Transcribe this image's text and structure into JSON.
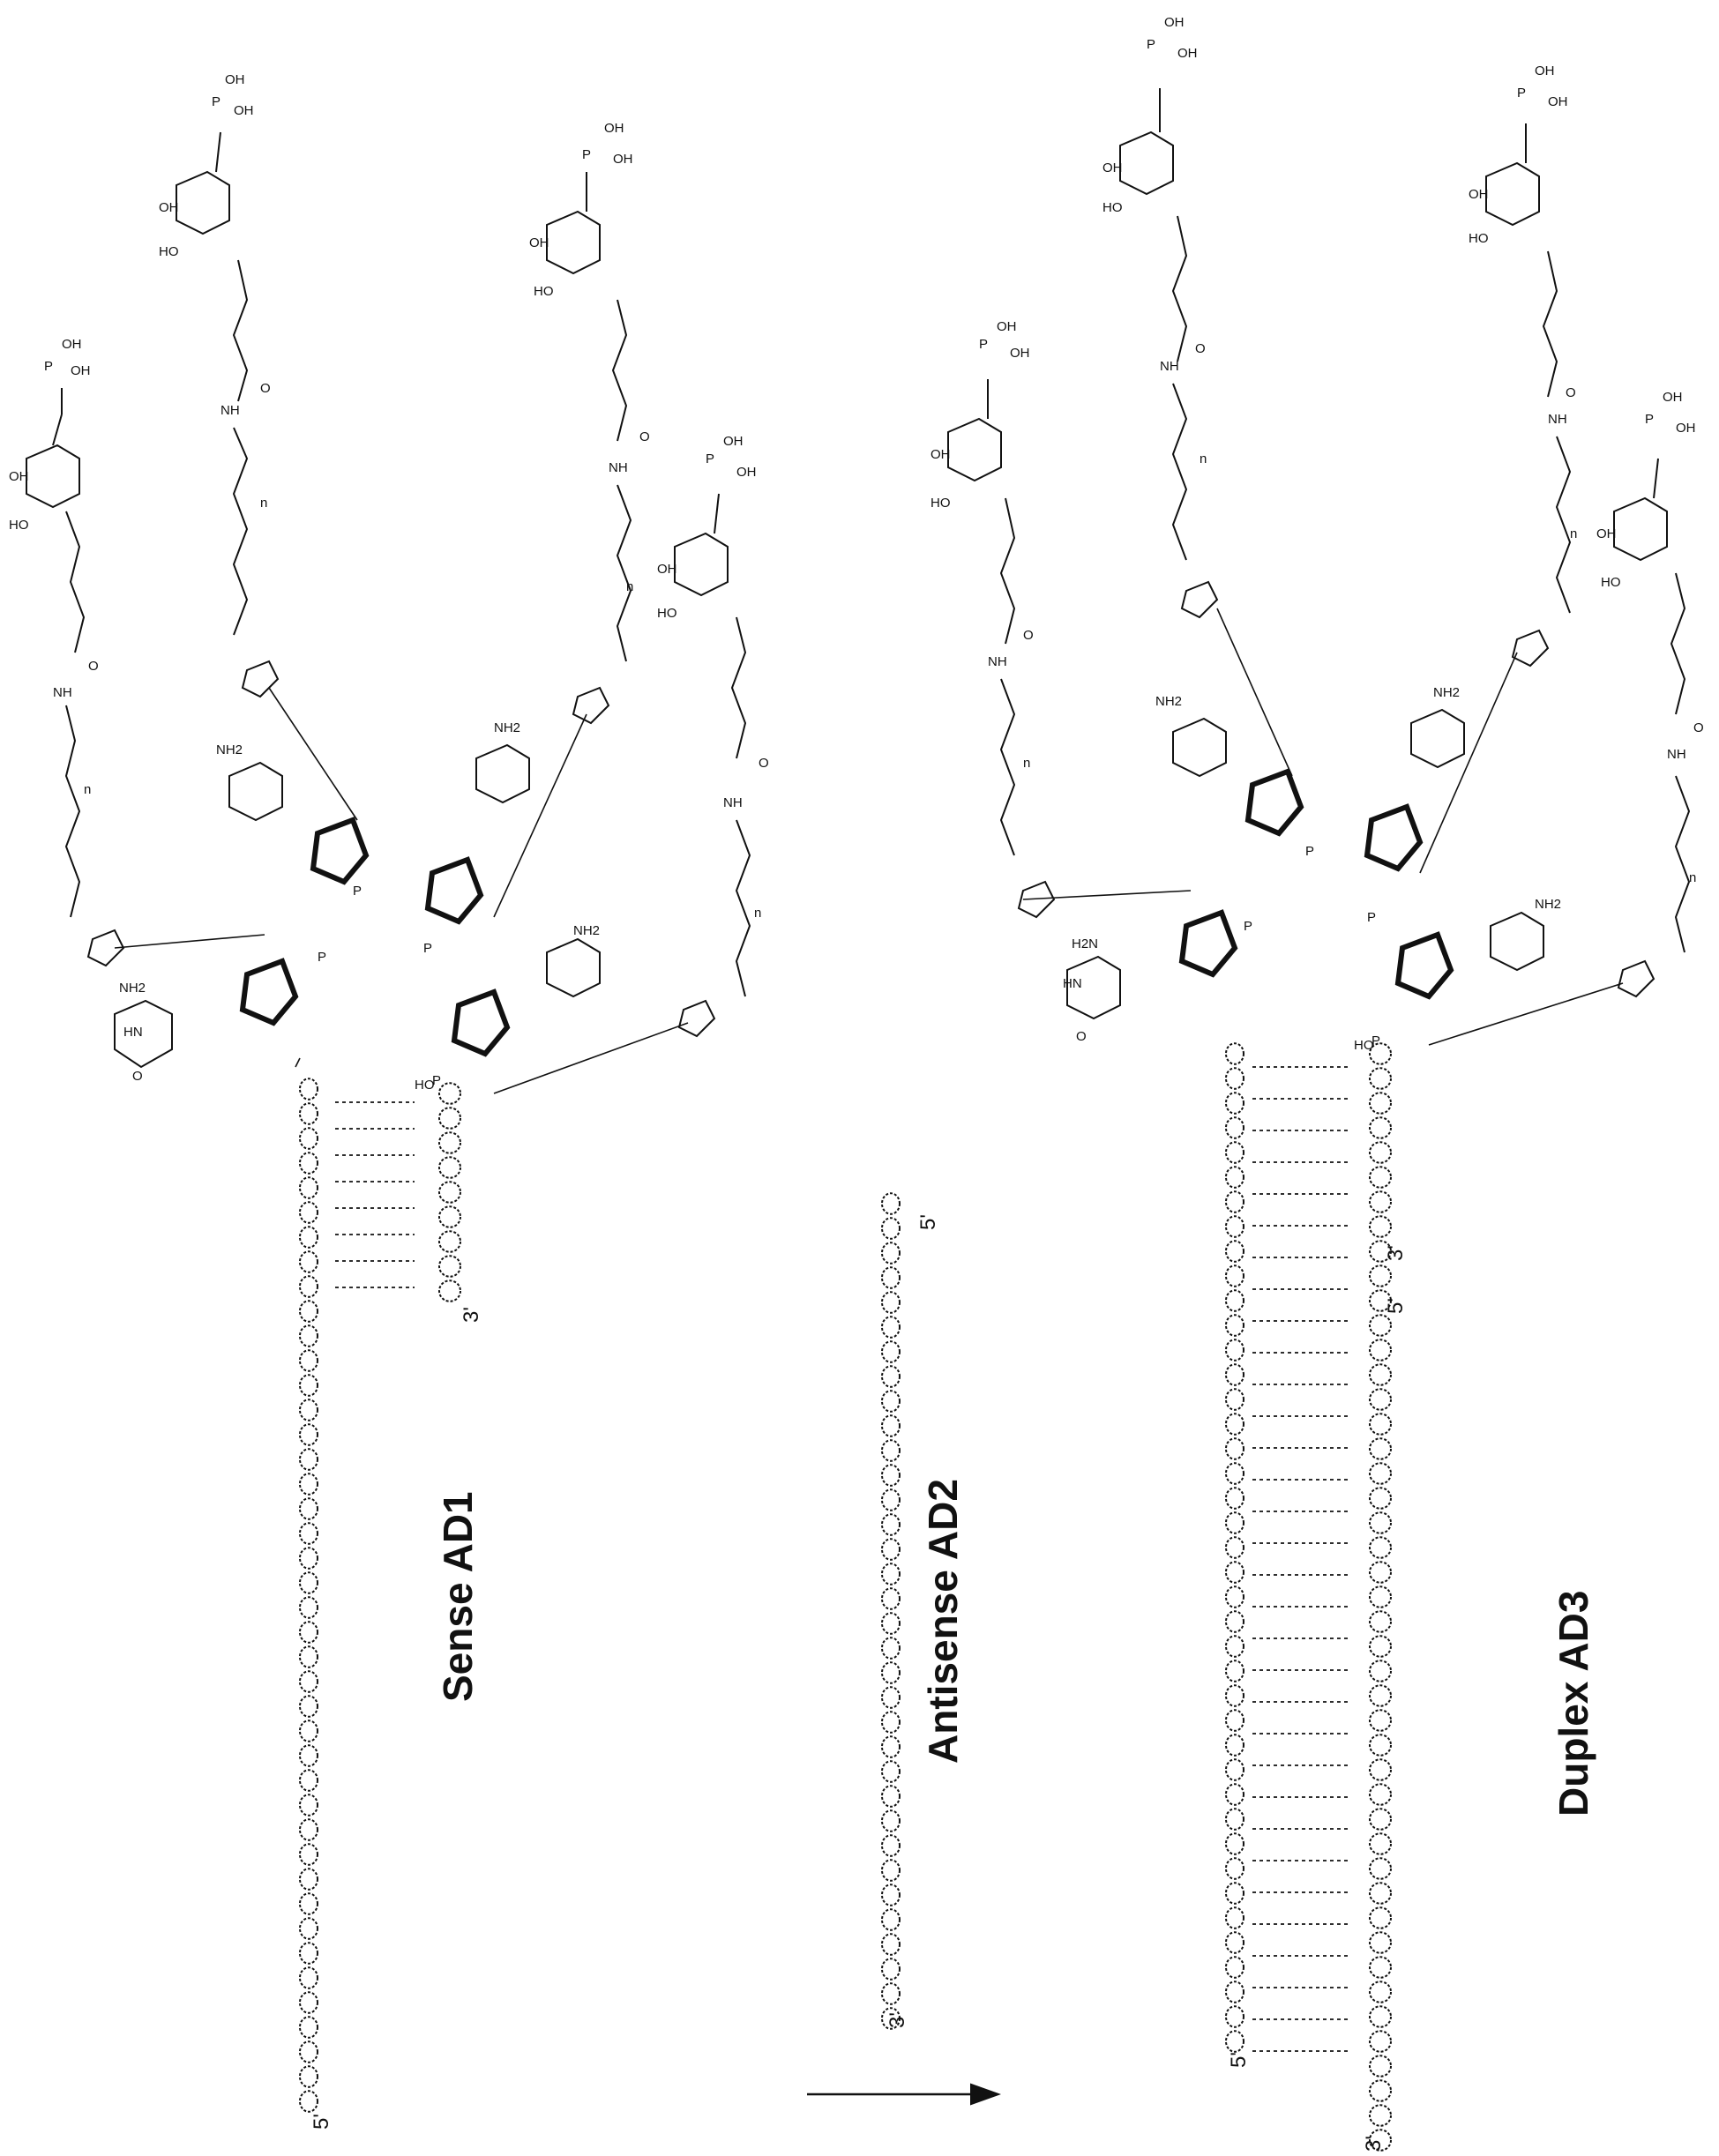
{
  "labels": {
    "sense": "Sense AD1",
    "antisense": "Antisense AD2",
    "duplex": "Duplex AD3"
  },
  "end_labels": {
    "sense_5": "5'",
    "sense_3": "3'",
    "antisense_5": "5'",
    "antisense_3": "3'",
    "duplex_5a": "5'",
    "duplex_3a": "3'",
    "duplex_5b": "5'",
    "duplex_3b": "3'"
  },
  "atoms": {
    "nh": "NH",
    "hn": "HN",
    "n": "N",
    "o": "O",
    "p": "P",
    "oh": "OH",
    "ho": "HO",
    "nh2": "NH2",
    "h2n": "H2N",
    "repeat_n": "n"
  },
  "arrow": "reaction-arrow"
}
